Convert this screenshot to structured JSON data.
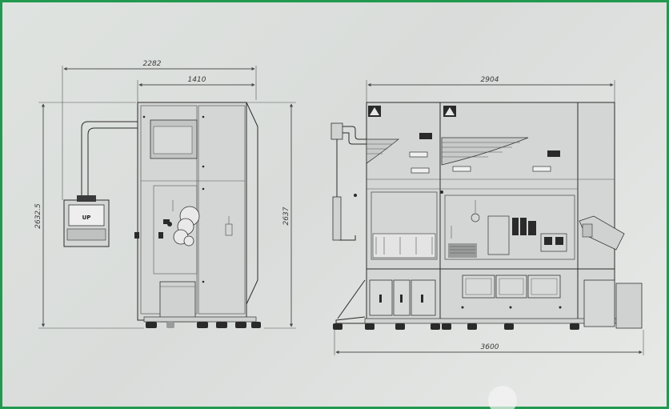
{
  "dimensions": {
    "side_total_width": "2282",
    "side_body_width": "1410",
    "side_total_height": "2632.5",
    "side_body_height": "2637",
    "front_body_width": "2904",
    "front_total_width": "3600"
  },
  "monitor_label": "UP",
  "colors": {
    "border": "#21994f",
    "background": "#dfe3e0",
    "line": "#2b2b2b"
  }
}
